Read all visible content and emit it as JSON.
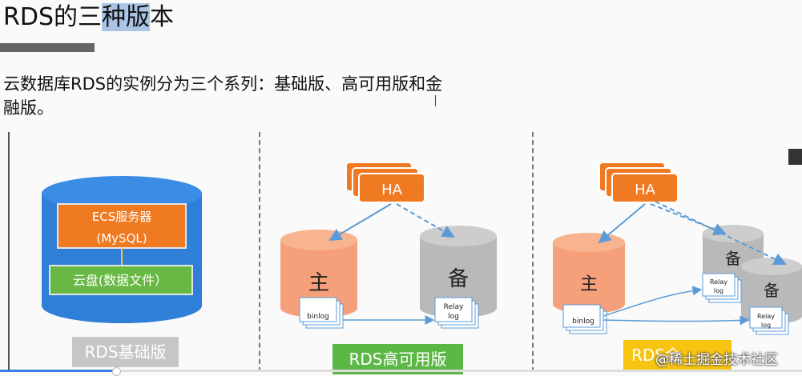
{
  "slide": {
    "title_prefix": "RDS的三",
    "title_highlight": "种版",
    "title_suffix": "本",
    "subtitle": "云数据库RDS的实例分为三个系列：基础版、高可用版和金融版。"
  },
  "basic": {
    "server_line1": "ECS服务器",
    "server_line2": "(MySQL)",
    "disk": "云盘(数据文件）",
    "label": "RDS基础版"
  },
  "ha": {
    "ha": "HA",
    "master": "主",
    "standby": "备",
    "binlog": "binlog",
    "relay_line1": "Relay",
    "relay_line2": "log",
    "label": "RDS高可用版"
  },
  "finance": {
    "ha": "HA",
    "master": "主",
    "standby1": "备",
    "standby2": "备",
    "binlog": "binlog",
    "relay1_line1": "Relay",
    "relay1_line2": "log",
    "relay2_line1": "Relay",
    "relay2_line2": "log",
    "label": "RDS金"
  },
  "watermark": "@稀土掘金技术社区",
  "player": {
    "progress": 0.145
  },
  "colors": {
    "orange": "#f07a22",
    "blue_cylinder": "#2f7fd8",
    "green": "#68b944",
    "master_cyl": "#f5a07a",
    "standby_cyl": "#b9b9b9",
    "arrow": "#5b9bd5"
  }
}
